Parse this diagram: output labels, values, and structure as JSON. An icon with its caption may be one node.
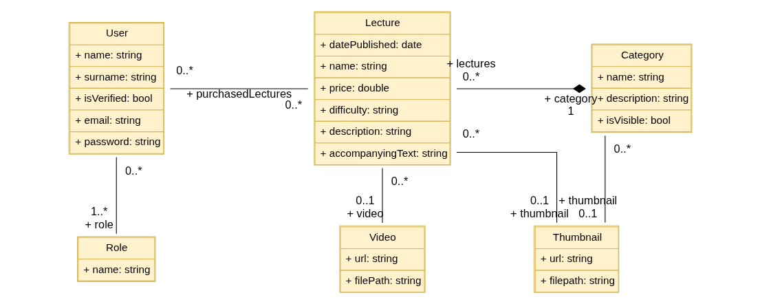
{
  "diagram": {
    "nodes": [
      {
        "text": [
          "User",
          "+ name: string",
          "+ surname: string",
          "+ isVerified: bool",
          "+ email: string",
          "+ password: string"
        ]
      },
      {
        "text": [
          "Lecture",
          "+ datePublished: date",
          "+ name: string",
          "+ price: double",
          "+ difficulty: string",
          "+ description: string",
          "+ accompanyingText: string"
        ]
      },
      {
        "text": [
          "Category",
          "+ name: string",
          "+ description: string",
          "+ isVisible: bool"
        ]
      },
      {
        "text": [
          "Role",
          "+ name: string"
        ]
      },
      {
        "text": [
          "Video",
          "+ url: string",
          "+ filePath: string"
        ]
      },
      {
        "text": [
          "Thumbnail",
          "+ url: string",
          "+ filepath: string"
        ]
      }
    ],
    "edges": [
      {
        "from": 0,
        "to": 1,
        "arrow": "none",
        "label": "+ purchasedLectures"
      },
      {
        "from": 1,
        "to": 2,
        "arrow": "other"
      },
      {
        "from": 0,
        "to": 3,
        "arrow": "none"
      },
      {
        "from": 1,
        "to": 4,
        "arrow": "none"
      },
      {
        "from": 1,
        "to": 5,
        "arrow": "none"
      },
      {
        "from": 2,
        "to": 5,
        "arrow": "none"
      }
    ],
    "labels": [
      "+ category",
      "+ lectures",
      "1",
      "0..*",
      "0..*",
      "0..*",
      "0..*",
      "0..*",
      "0..*",
      "0..*",
      "1..*",
      "+ role",
      "0..1",
      "+ video",
      "0..1",
      "+ thumbnail",
      "+ thumbnail",
      "0..1"
    ]
  }
}
